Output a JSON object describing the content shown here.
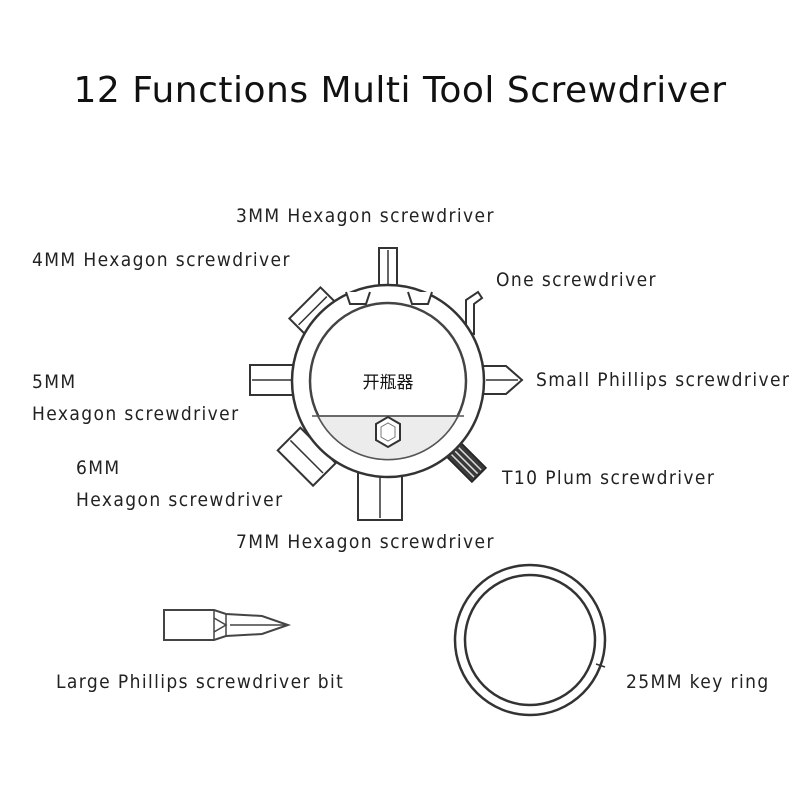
{
  "title": "12 Functions Multi Tool Screwdriver",
  "tool_stamp": "开瓶器",
  "labels": {
    "hex3": "3MM Hexagon screwdriver",
    "hex4": "4MM Hexagon screwdriver",
    "one": "One screwdriver",
    "hex5_line1": "5MM",
    "hex5_line2": "Hexagon screwdriver",
    "small_phillips": "Small Phillips screwdriver",
    "hex6_line1": "6MM",
    "hex6_line2": "Hexagon screwdriver",
    "t10": "T10 Plum screwdriver",
    "hex7": "7MM Hexagon screwdriver",
    "large_phillips": "Large Phillips screwdriver bit",
    "key_ring": "25MM key ring"
  }
}
